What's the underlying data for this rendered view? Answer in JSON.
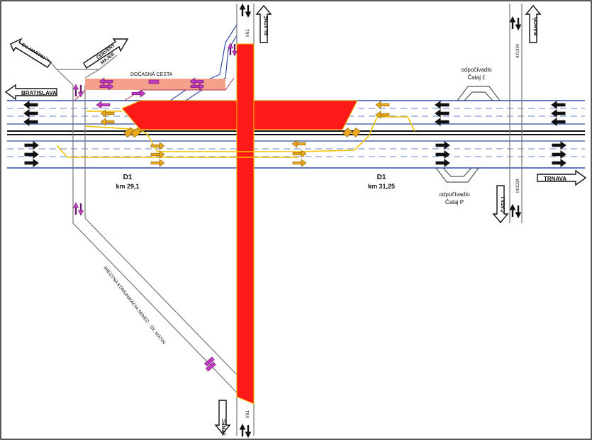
{
  "colors": {
    "closure": "#ff1a1a",
    "temporary_road": "#f4a08a",
    "carriageway_line": "#2f4aa8",
    "yellow_line": "#f2c200",
    "detour_arrow": "#e8a91e",
    "local_arrow": "#c23bc2",
    "black": "#111111"
  },
  "labels": {
    "bratislava": "BRATISLAVA",
    "trnava": "TRNAVA",
    "sv_martin": "SV. MARTIN",
    "cerveny_majer_1": "ČERVENÝ",
    "cerveny_majer_2": "MAJER",
    "docasna_cesta": "DOČASNÁ CESTA",
    "blatne": "BLATNÉ",
    "senec": "SENEC",
    "road_i61_top": "I/61",
    "road_i61_bottom": "I/61",
    "road_iii1334_top": "III/1334",
    "road_iii1334_bottom": "III/1334",
    "bahon": "BÁHOŇ",
    "cataj": "ČATAJ",
    "rest_area_top_1": "odpočívadlo",
    "rest_area_top_2": "Čataj Ľ",
    "rest_area_bottom_1": "odpočívadlo",
    "rest_area_bottom_2": "Čataj P",
    "d1_left": "D1",
    "km_left": "km 29,1",
    "d1_right": "D1",
    "km_right": "km 31,25",
    "local_road": "MIESTNA KOMUNIKÁCIA SENEC - SV. MATIN"
  }
}
